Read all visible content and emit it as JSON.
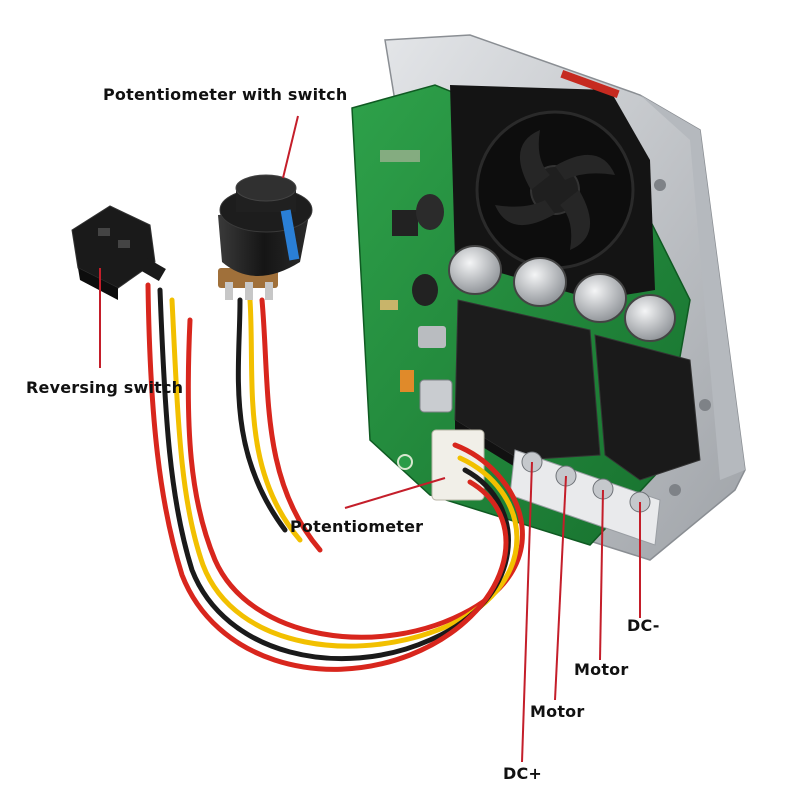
{
  "labels": {
    "potentiometer_with_switch": "Potentiometer with switch",
    "reversing_switch": "Reversing switch",
    "potentiometer": "Potentiometer",
    "dc_minus": "DC-",
    "motor_1": "Motor",
    "motor_2": "Motor",
    "dc_plus": "DC+"
  },
  "colors": {
    "leader_line": "#c41e2a",
    "pcb": "#1f8a3a",
    "chassis": "#c9ccd0",
    "fan": "#151515",
    "relay": "#1c1c1c",
    "capacitor": "#b8bcc0",
    "knob": "#1b1b1b",
    "knob_marker": "#2a7fd6",
    "wire_red": "#d8261d",
    "wire_yellow": "#f2c000",
    "wire_black": "#1a1a1a"
  },
  "icons": [
    "pcb-board-image",
    "cooling-fan",
    "relay",
    "capacitor",
    "potentiometer-knob",
    "reversing-switch-connector",
    "screw-terminal"
  ]
}
